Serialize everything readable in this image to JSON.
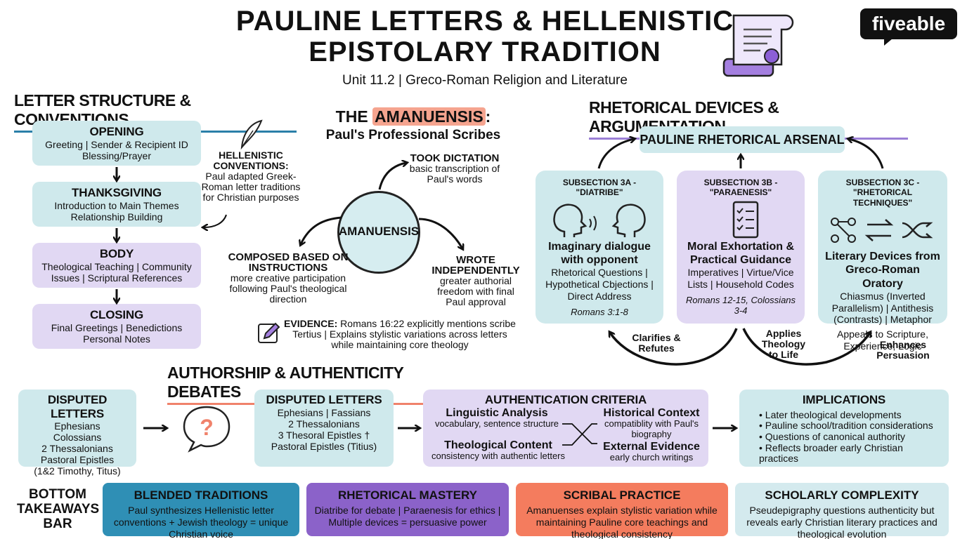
{
  "header": {
    "title_line1": "PAULINE LETTERS & HELLENISTIC",
    "title_line2": "EPISTOLARY TRADITION",
    "subtitle": "Unit 11.2 | Greco-Roman Religion and Literature",
    "brand": "fiveable"
  },
  "letter_structure": {
    "heading": "LETTER STRUCTURE & CONVENTIONS",
    "sections": [
      {
        "title": "OPENING",
        "text": "Greeting | Sender & Recipient ID Blessing/Prayer"
      },
      {
        "title": "THANKSGIVING",
        "text": "Introduction to Main Themes Relationship Building"
      },
      {
        "title": "BODY",
        "text": "Theological Teaching | Community Issues | Scriptural References"
      },
      {
        "title": "CLOSING",
        "text": "Final Greetings | Benedictions Personal Notes"
      }
    ],
    "conventions_title": "HELLENISTIC CONVENTIONS:",
    "conventions_text": "Paul adapted Greek-Roman letter traditions for Christian purposes"
  },
  "amanuensis": {
    "heading_pre": "THE ",
    "heading_highlight": "AMANUENSIS",
    "heading_post": ":",
    "subheading": "Paul's Professional Scribes",
    "center": "AMANUENSIS",
    "took_title": "TOOK DICTATION",
    "took_text": "basic transcription of Paul's words",
    "composed_title": "COMPOSED BASED ON INSTRUCTIONS",
    "composed_text": "more creative participation following Paul's theological direction",
    "wrote_title": "WROTE INDEPENDENTLY",
    "wrote_text": "greater authorial freedom with final Paul approval",
    "evidence_label": "EVIDENCE:",
    "evidence_text": "Romans 16:22 explicitly mentions scribe Tertius | Explains stylistic variations across letters while maintaining core theology"
  },
  "rhetoric": {
    "heading": "RHETORICAL DEVICES & ARGUMENTATION",
    "arsenal": "PAULINE RHETORICAL ARSENAL",
    "cards": [
      {
        "sub": "SUBSECTION 3A - \"DIATRIBE\"",
        "title": "Imaginary dialogue with opponent",
        "text": "Rhetorical Questions | Hypothetical Cbjections | Direct Address",
        "ref": "Romans 3:1-8"
      },
      {
        "sub": "SUBSECTION 3B - \"PARAENESIS\"",
        "title": "Moral Exhortation & Practical Guidance",
        "text": "Imperatives | Virtue/Vice Lists | Household Codes",
        "ref": "Romans 12-15, Colossians 3-4"
      },
      {
        "sub": "SUBSECTION 3C - \"RHETORICAL TECHNIQUES\"",
        "title": "Literary Devices from Greco-Roman Oratory",
        "text": "Chiasmus (Inverted Parallelism) | Antithesis (Contrasts) | Metaphor",
        "ref": "Appeals to Scripture, Experience, Logic"
      }
    ],
    "clarifies": "Clarifies & Refutes",
    "applies": "Applies Theology to Life",
    "enhances": "Enhances Persuasion"
  },
  "authorship": {
    "heading": "AUTHORSHIP & AUTHENTICITY DEBATES",
    "disputed1_title": "DISPUTED LETTERS",
    "disputed1_items": [
      "Ephesians",
      "Colossians",
      "2 Thessalonians",
      "Pastoral Epistles",
      "(1&2 Timothy, Titus)"
    ],
    "disputed2_title": "DISPUTED LETTERS",
    "disputed2_items": [
      "Ephesians | Fassians",
      "2 Thessalonians",
      "3 Thesoral Epistles †",
      "Pastoral Epistles (Titius)"
    ],
    "criteria_title": "AUTHENTICATION CRITERIA",
    "ling_title": "Linguistic Analysis",
    "ling_text": "vocabulary, sentence structure",
    "hist_title": "Historical Context",
    "hist_text": "compatiblity with Paul's biography",
    "theo_title": "Theological Content",
    "theo_text": "consistency with authentic letters",
    "ext_title": "External Evidence",
    "ext_text": "early church writings",
    "impl_title": "IMPLICATIONS",
    "impl_items": [
      "Later theological developments",
      "Pauline school/tradition considerations",
      "Questions of canonical authority",
      "Reflects broader early Christian practices"
    ]
  },
  "takeaways": {
    "label": "BOTTOM TAKEAWAYS BAR",
    "items": [
      {
        "title": "BLENDED TRADITIONS",
        "text": "Paul synthesizes Hellenistic letter conventions + Jewish theology = unique Christian voice",
        "color": "#2f8fb5"
      },
      {
        "title": "RHETORICAL MASTERY",
        "text": "Diatribe for debate | Paraenesis for ethics | Multiple devices = persuasive power",
        "color": "#8b62c9"
      },
      {
        "title": "SCRIBAL PRACTICE",
        "text": "Amanuenses explain stylistic variation while maintaining Pauline core teachings and theological consistency",
        "color": "#f47c5e"
      },
      {
        "title": "SCHOLARLY COMPLEXITY",
        "text": "Pseudepigraphy questions authenticity but reveals early Christian literary practices and theological evolution",
        "color": "#d4eaee"
      }
    ]
  }
}
